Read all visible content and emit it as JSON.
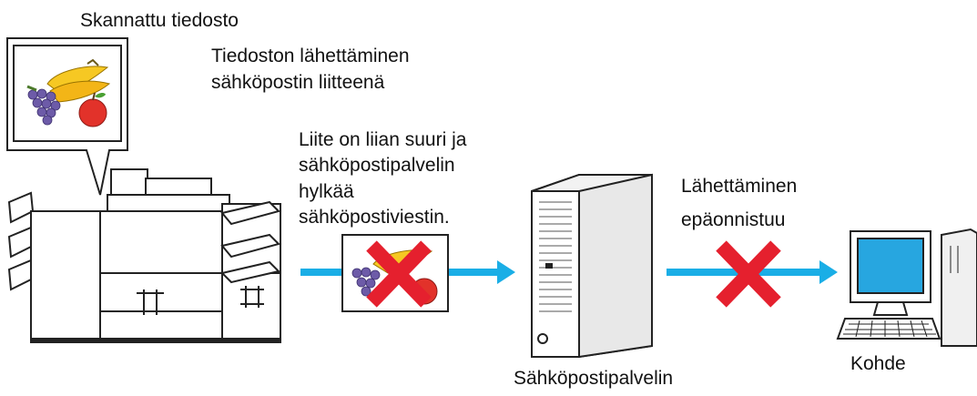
{
  "labels": {
    "scanned_file": "Skannattu tiedosto",
    "send_line1": "Tiedoston lähettäminen",
    "send_line2": "sähköpostin liitteenä",
    "error_line1": "Liite on liian suuri ja",
    "error_line2": "sähköpostipalvelin",
    "error_line3": "hylkää",
    "error_line4": "sähköpostiviestin.",
    "fail_line1": "Lähettäminen",
    "fail_line2": "epäonnistuu",
    "server": "Sähköpostipalvelin",
    "destination": "Kohde"
  },
  "icons": {
    "printer": "multifunction-printer-icon",
    "document": "scanned-document-icon",
    "server": "mail-server-tower-icon",
    "computer": "desktop-computer-icon",
    "fail_mark": "red-cross-icon"
  },
  "colors": {
    "arrow": "#1aaee6",
    "cross": "#e5202e",
    "outline": "#222222",
    "device_fill": "#ffffff",
    "screen": "#27a6e0"
  }
}
